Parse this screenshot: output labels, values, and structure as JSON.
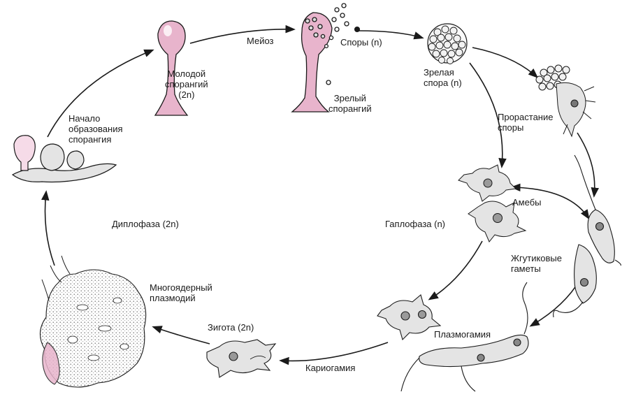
{
  "labels": {
    "meiosis": "Мейоз",
    "spores": "Споры (n)",
    "mature_sporangium": [
      "Зрелый",
      "спорангий"
    ],
    "young_sporangium": [
      "Молодой",
      "спорангий",
      "(2n)"
    ],
    "sporangium_start": [
      "Начало",
      "образования",
      "спорангия"
    ],
    "mature_spore": [
      "Зрелая",
      "спора (n)"
    ],
    "spore_germination": [
      "Прорастание",
      "споры"
    ],
    "amoebae": "Амебы",
    "haplophase": "Гаплофаза (n)",
    "diplophase": "Диплофаза (2n)",
    "flagellated_gametes": [
      "Жгутиковые",
      "гаметы"
    ],
    "plasmogamy": "Плазмогамия",
    "karyogamy": "Кариогамия",
    "zygote": "Зигота (2n)",
    "plasmodium": [
      "Многоядерный",
      "плазмодий"
    ]
  },
  "colors": {
    "ink": "#1a1a1a",
    "pink": "#e8b4cc",
    "pink_dark": "#c98aa8",
    "cell": "#ececec"
  }
}
